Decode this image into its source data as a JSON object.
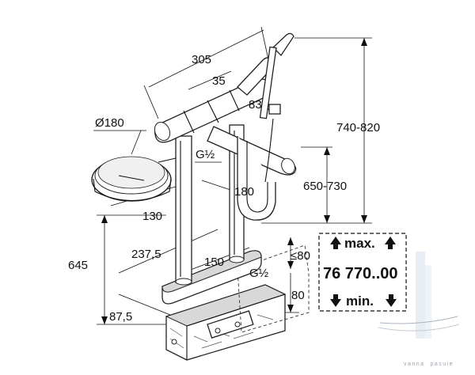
{
  "dimensions": {
    "width_305": "305",
    "offset_35": "35",
    "offset_83": "83",
    "diameter_180": "Ø180",
    "thread_upper": "G½",
    "height_total": "740-820",
    "height_spout": "650-730",
    "reach_180": "180",
    "reach_130": "130",
    "height_645": "645",
    "depth_237": "237,5",
    "spacing_150": "150",
    "thread_lower": "G½",
    "limit_80_max": "≤80",
    "limit_80": "80",
    "depth_87": "87,5"
  },
  "panel": {
    "max_label": "max.",
    "code": "76 770..00",
    "min_label": "min."
  },
  "watermark": "vanna  pasuie",
  "colors": {
    "line": "#111111",
    "accent": "#9aa3ad",
    "shade": "#d8d8d8"
  }
}
